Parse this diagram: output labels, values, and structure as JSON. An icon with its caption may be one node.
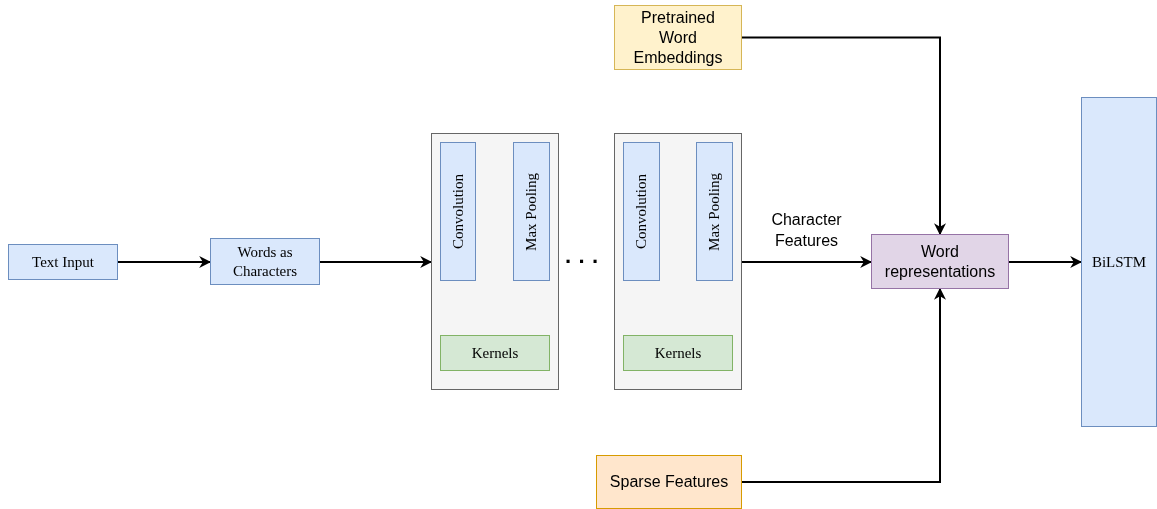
{
  "diagram": {
    "nodes": [
      {
        "text": [
          "Text  Input"
        ]
      },
      {
        "text": [
          "Words as Characters"
        ]
      },
      {
        "text": [],
        "shape": "box"
      },
      {
        "text": [
          "Convolution"
        ],
        "in": 2
      },
      {
        "text": [
          "Max Pooling"
        ],
        "in": 2
      },
      {
        "text": [
          "Kernels"
        ],
        "in": 2
      },
      {
        "text": [],
        "shape": "box"
      },
      {
        "text": [
          "Convolution"
        ],
        "in": 6
      },
      {
        "text": [
          "Max Pooling"
        ],
        "in": 6
      },
      {
        "text": [
          "Kernels"
        ],
        "in": 6
      },
      {
        "text": [
          "Pretrained Word Embeddings"
        ]
      },
      {
        "text": [
          "Word representations"
        ]
      },
      {
        "text": [
          "Sparse Features"
        ]
      },
      {
        "text": [
          "BiLSTM"
        ]
      }
    ],
    "edges": [
      {
        "from": 0,
        "to": 1,
        "arrow": "to"
      },
      {
        "from": 1,
        "to": 2,
        "arrow": "to"
      },
      {
        "from": 6,
        "to": 11,
        "arrow": "to",
        "label": "Character Features"
      },
      {
        "from": 10,
        "to": 11,
        "arrow": "to"
      },
      {
        "from": 12,
        "to": 11,
        "arrow": "to"
      },
      {
        "from": 11,
        "to": 13,
        "arrow": "to"
      }
    ],
    "labels": [
      "· · ·"
    ]
  }
}
